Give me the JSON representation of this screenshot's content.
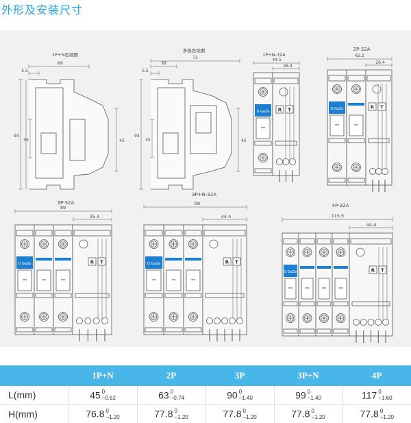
{
  "page_title": "外形及安装尺寸",
  "drawings": {
    "side_1p_n": {
      "title": "1P+N右视图",
      "dims": [
        "5.5",
        "69",
        "94",
        "35",
        "45"
      ]
    },
    "side_multi": {
      "title": "多极右视图",
      "dims": [
        "5.5",
        "39",
        "73",
        "94",
        "35",
        "45"
      ]
    },
    "front_1p_n": {
      "title": "1P+N-32A",
      "dims": [
        "44.5",
        "26.4"
      ]
    },
    "front_2p": {
      "title": "2P-32A",
      "dims": [
        "62.2",
        "26.4"
      ]
    },
    "front_3p": {
      "title": "3P-32A",
      "dims": [
        "89",
        "35.4"
      ]
    },
    "front_3p_n": {
      "title": "3P+N-32A",
      "dims": [
        "98",
        "44.4"
      ]
    },
    "front_4p": {
      "title": "4P-32A",
      "dims": [
        "115.5",
        "44.4"
      ]
    },
    "module_brand": "O GaZe",
    "btn_r": "R",
    "btn_t": "T"
  },
  "table": {
    "headers": [
      "",
      "1P+N",
      "2P",
      "3P",
      "3P+N",
      "4P"
    ],
    "rows": [
      {
        "label": "L(mm)",
        "cells": [
          {
            "v": "45",
            "u": "0",
            "l": "−0.62"
          },
          {
            "v": "63",
            "u": "0",
            "l": "−0.74"
          },
          {
            "v": "90",
            "u": "0",
            "l": "−1.40"
          },
          {
            "v": "99",
            "u": "0",
            "l": "−1.40"
          },
          {
            "v": "117",
            "u": "0",
            "l": "−1.60"
          }
        ]
      },
      {
        "label": "H(mm)",
        "cells": [
          {
            "v": "76.8",
            "u": "0",
            "l": "−1.20"
          },
          {
            "v": "77.8",
            "u": "0",
            "l": "−1.20"
          },
          {
            "v": "77.8",
            "u": "0",
            "l": "−1.20"
          },
          {
            "v": "77.8",
            "u": "0",
            "l": "−1.20"
          },
          {
            "v": "77.8",
            "u": "0",
            "l": "−1.20"
          }
        ]
      }
    ]
  },
  "colors": {
    "accent": "#2aa3dc",
    "header_bg": "#48b6e8",
    "panel_bg": "#f1f1f1",
    "module_blue": "#1e7fd0"
  }
}
